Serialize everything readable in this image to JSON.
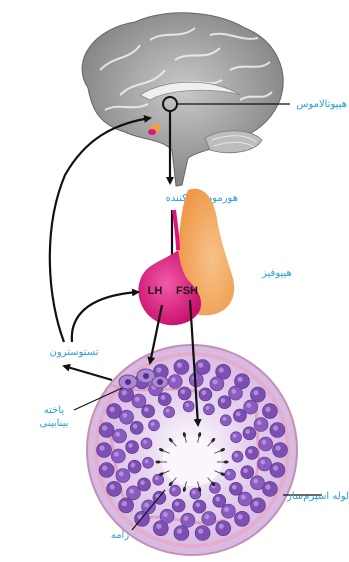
{
  "labels": {
    "hypothalamus": "هیپوتالاموس",
    "releasing_hormone": "هورمون آزادکننده",
    "pituitary": "هیپوفیز",
    "lh": "LH",
    "fsh": "FSH",
    "testosterone": "تستوسترون",
    "interstitial_line1": "یاخته",
    "interstitial_line2": "بینابینی",
    "sperm": "زامه",
    "tubule": "لوله اسپرم‌ساز"
  },
  "colors": {
    "label_text": "#2a9fd6",
    "pituitary_anterior": "#e0147a",
    "pituitary_posterior": "#f3a35a",
    "brain": "#9a9a9a",
    "tubule_fill": "#dcc6e6",
    "cell_purple": "#7d4fb3",
    "arrow": "#111111"
  }
}
